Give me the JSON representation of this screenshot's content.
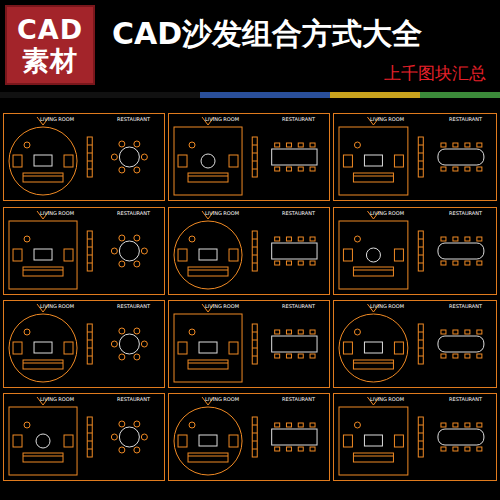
{
  "diagram": {
    "title": "CAD沙发组合方式大全",
    "nodes": [
      {
        "text": [
          "CAD",
          "素材"
        ]
      },
      {
        "text": [
          "LIVING ROOM",
          "RESTAURANT"
        ]
      },
      {
        "text": [
          "LIVING ROOM",
          "RESTAURANT"
        ]
      },
      {
        "text": [
          "LIVING ROOM",
          "RESTAURANT"
        ]
      },
      {
        "text": [
          "LIVING ROOM",
          "RESTAURANT"
        ]
      },
      {
        "text": [
          "LIVING ROOM",
          "RESTAURANT"
        ]
      },
      {
        "text": [
          "LIVING ROOM",
          "RESTAURANT"
        ]
      },
      {
        "text": [
          "LIVING ROOM",
          "RESTAURANT"
        ]
      },
      {
        "text": [
          "LIVING ROOM",
          "RESTAURANT"
        ]
      },
      {
        "text": [
          "LIVING ROOM",
          "RESTAURANT"
        ]
      },
      {
        "text": [
          "LIVING ROOM",
          "RESTAURANT"
        ]
      },
      {
        "text": [
          "LIVING ROOM",
          "RESTAURANT"
        ]
      },
      {
        "text": [
          "LIVING ROOM",
          "RESTAURANT"
        ]
      }
    ],
    "labels": [
      "上千图块汇总"
    ]
  }
}
